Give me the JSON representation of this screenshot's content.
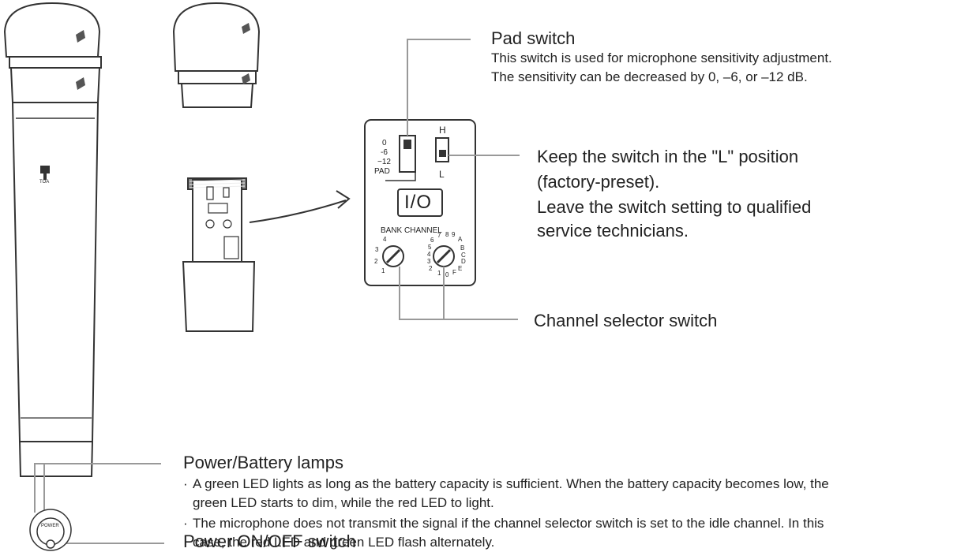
{
  "pad_switch": {
    "title": "Pad switch",
    "desc_1": "This switch is used for microphone sensitivity adjustment.",
    "desc_2": "The sensitivity can be decreased by 0, –6, or –12 dB."
  },
  "hl_switch": {
    "line_1": "Keep the switch in the \"L\" position",
    "line_2": "(factory-preset).",
    "line_3": "Leave the switch setting to qualified",
    "line_4": "service technicians."
  },
  "channel_selector": {
    "title": "Channel selector switch"
  },
  "power_lamps": {
    "title": "Power/Battery lamps",
    "bullet": "·",
    "bullet_1": "A green LED lights as long as the battery capacity is sufficient. When the battery capacity becomes low, the green LED starts to dim, while the red LED to light.",
    "bullet_2": "The microphone does not transmit the signal if the channel selector switch is set to the idle channel. In this case, the red LED and green LED flash alternately."
  },
  "power_switch": {
    "title": "Power ON/OFF switch"
  },
  "panel": {
    "pad_levels": [
      "0",
      "-6",
      "−12",
      "PAD"
    ],
    "h_label": "H",
    "l_label": "L",
    "io_label": "I/O",
    "bank_channel_label": "BANK CHANNEL",
    "bank_dial_labels": [
      "4",
      "3",
      "2",
      "1"
    ],
    "channel_dial_labels": [
      "6",
      "7",
      "8",
      "9",
      "A",
      "B",
      "C",
      "D",
      "E",
      "F",
      "0",
      "1",
      "2",
      "3",
      "4",
      "5"
    ]
  },
  "brand_mark": "TOA",
  "base_mark": "POWER"
}
